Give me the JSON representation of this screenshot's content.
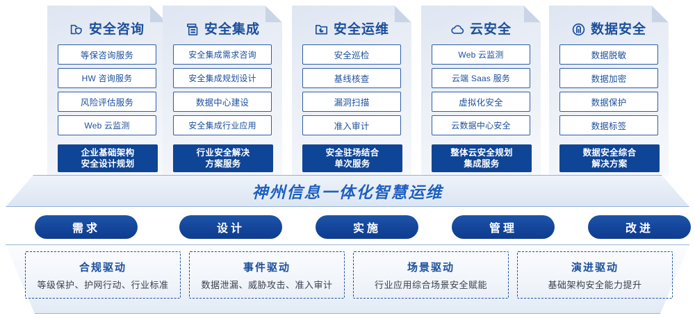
{
  "colors": {
    "brand_blue": "#0f4596",
    "title_blue": "#1b4f9c",
    "banner_blue": "#1f5fc0",
    "card_border": "#2d5ca6",
    "pill_blue": "#14459a"
  },
  "cards": [
    {
      "icon": "folder-shield-icon",
      "title": "安全咨询",
      "items": [
        "等保咨询服务",
        "HW 咨询服务",
        "风险评估服务",
        "Web 云监测"
      ],
      "footer_line1": "企业基础架构",
      "footer_line2": "安全设计规划"
    },
    {
      "icon": "server-stack-icon",
      "title": "安全集成",
      "items": [
        "安全集成需求咨询",
        "安全集成规划设计",
        "数据中心建设",
        "安全集成行业应用"
      ],
      "footer_line1": "行业安全解决",
      "footer_line2": "方案服务"
    },
    {
      "icon": "folder-monitor-icon",
      "title": "安全运维",
      "items": [
        "安全巡检",
        "基线核查",
        "漏洞扫描",
        "准入审计"
      ],
      "footer_line1": "安全驻场结合",
      "footer_line2": "单次服务"
    },
    {
      "icon": "cloud-icon",
      "title": "云安全",
      "items": [
        "Web 云监测",
        "云端 Saas 服务",
        "虚拟化安全",
        "云数据中心安全"
      ],
      "footer_line1": "整体云安全规划",
      "footer_line2": "集成服务"
    },
    {
      "icon": "fingerprint-icon",
      "title": "数据安全",
      "items": [
        "数据脱敏",
        "数据加密",
        "数据保护",
        "数据标签"
      ],
      "footer_line1": "数据安全综合",
      "footer_line2": "解决方案"
    }
  ],
  "banner": {
    "title": "神州信息一体化智慧运维"
  },
  "pills": [
    {
      "label": "需求"
    },
    {
      "label": "设计"
    },
    {
      "label": "实施"
    },
    {
      "label": "管理"
    },
    {
      "label": "改进"
    }
  ],
  "drivers": [
    {
      "title": "合规驱动",
      "subtitle": "等级保护、护网行动、行业标准"
    },
    {
      "title": "事件驱动",
      "subtitle": "数据泄漏、威胁攻击、准入审计"
    },
    {
      "title": "场景驱动",
      "subtitle": "行业应用综合场景安全赋能"
    },
    {
      "title": "演进驱动",
      "subtitle": "基础架构安全能力提升"
    }
  ]
}
